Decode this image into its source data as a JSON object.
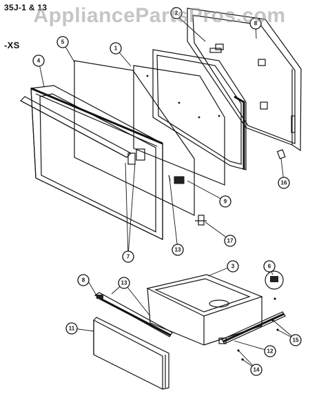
{
  "header": {
    "model_line_1": "35J-1 & 13",
    "model_line_2": "-XS"
  },
  "watermark": {
    "text": "AppliancePartsPros.com"
  },
  "callouts": {
    "c1": "1",
    "c2": "2",
    "c3": "3",
    "c4": "4",
    "c5": "5",
    "c6": "6",
    "c7": "7",
    "c8a": "8",
    "c8b": "8",
    "c9": "9",
    "c11": "11",
    "c12": "12",
    "c13a": "13",
    "c13b": "13",
    "c14": "14",
    "c15": "15",
    "c16": "16",
    "c17": "17"
  }
}
